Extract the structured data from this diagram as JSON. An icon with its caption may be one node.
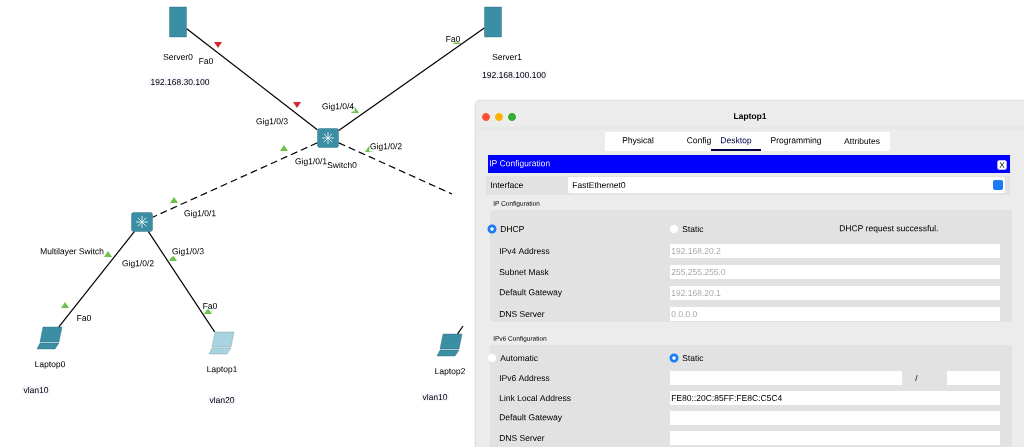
{
  "diagram": {
    "nodes": [
      {
        "text": [
          "Server0"
        ]
      },
      {
        "text": [
          "Server1"
        ]
      },
      {
        "text": [
          "Switch0"
        ]
      },
      {
        "text": [
          "Multilayer Switch"
        ]
      },
      {
        "text": [
          "Laptop0"
        ]
      },
      {
        "text": [
          "Laptop1"
        ]
      },
      {
        "text": [
          "Laptop2"
        ]
      },
      {
        "text": [
          "Laptop1"
        ]
      }
    ],
    "edges": [
      {
        "from": 0,
        "to": 2,
        "arrow": "none"
      },
      {
        "from": 1,
        "to": 2,
        "arrow": "none"
      },
      {
        "from": 2,
        "to": 3,
        "arrow": "none",
        "style": "dashed"
      },
      {
        "from": 2,
        "to": null,
        "arrow": "none",
        "style": "dashed"
      },
      {
        "from": 3,
        "to": 4,
        "arrow": "none"
      },
      {
        "from": 3,
        "to": 5,
        "arrow": "none"
      },
      {
        "from": null,
        "to": 6,
        "arrow": "none"
      }
    ],
    "labels": [
      "Fa0",
      "Gig1/0/3",
      "Gig1/0/4",
      "Fa0",
      "Gig1/0/2",
      "Gig1/0/1",
      "Gig1/0/1",
      "Gig1/0/3",
      "Gig1/0/2",
      "Fa0",
      "Fa0",
      "Physical",
      "Config",
      "Desktop",
      "Programming",
      "Attributes",
      "IP Configuration",
      "X",
      "Interface",
      "FastEthernet0",
      "IP Configuration",
      "DHCP",
      "Static",
      "DHCP request successful.",
      "IPv4 Address",
      "192.168.20.2",
      "Subnet Mask",
      "255.255.255.0",
      "Default Gateway",
      "192.168.20.1",
      "DNS Server",
      "0.0.0.0",
      "IPv6 Configuration",
      "Automatic",
      "Static",
      "IPv6 Address",
      "/",
      "Link Local Address",
      "FE80::20C:85FF:FE8C:C5C4",
      "Default Gateway",
      "DNS Server",
      "192.168.30.100",
      "192.168.100.100",
      "vlan10",
      "vlan20",
      "vlan10"
    ]
  }
}
